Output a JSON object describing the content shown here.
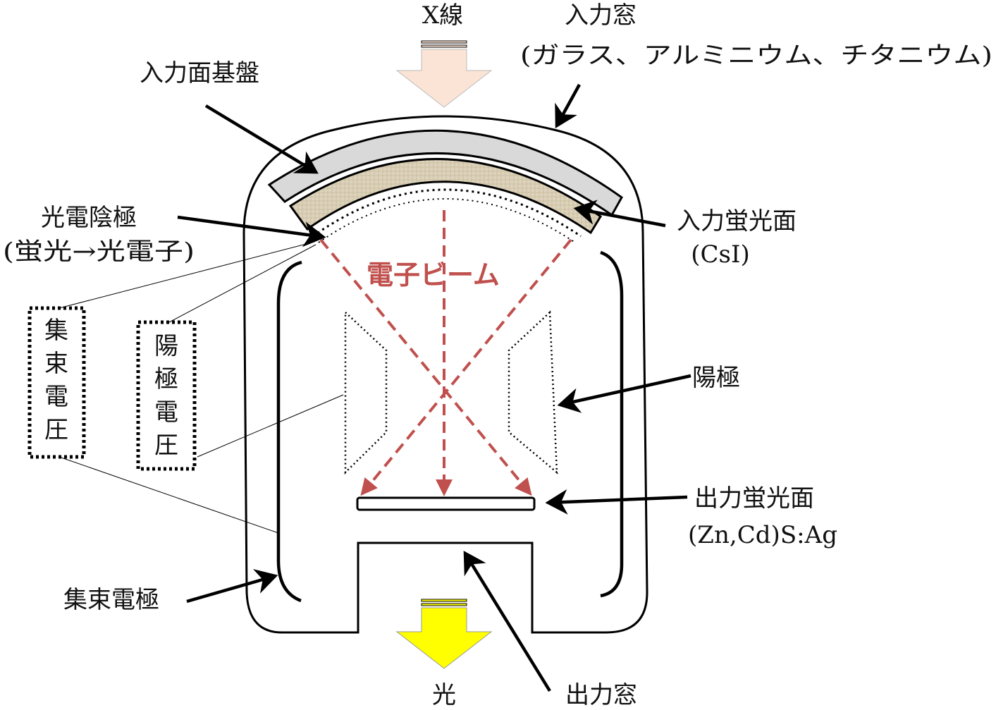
{
  "labels": {
    "xray": "X線",
    "input_window": "入力窓",
    "input_window_materials": "(ガラス、アルミニウム、チタニウム)",
    "input_substrate": "入力面基盤",
    "photocathode": "光電陰極",
    "photocathode_note": "(蛍光→光電子)",
    "input_phosphor": "入力蛍光面",
    "input_phosphor_material": "(CsI)",
    "electron_beam": "電子ビーム",
    "focus_voltage": [
      "集",
      "束",
      "電",
      "圧"
    ],
    "anode_voltage": [
      "陽",
      "極",
      "電",
      "圧"
    ],
    "anode": "陽極",
    "output_phosphor": "出力蛍光面",
    "output_phosphor_material": "(Zn,Cd)S:Ag",
    "focusing_electrode": "集束電極",
    "light": "光",
    "output_window": "出力窓"
  },
  "colors": {
    "xray_arrow": "#fbe4d5",
    "light_arrow": "#ffff00",
    "electron_beam": "#c0504d",
    "substrate": "#d9d9d9",
    "phosphor": "#ddd3bd"
  }
}
